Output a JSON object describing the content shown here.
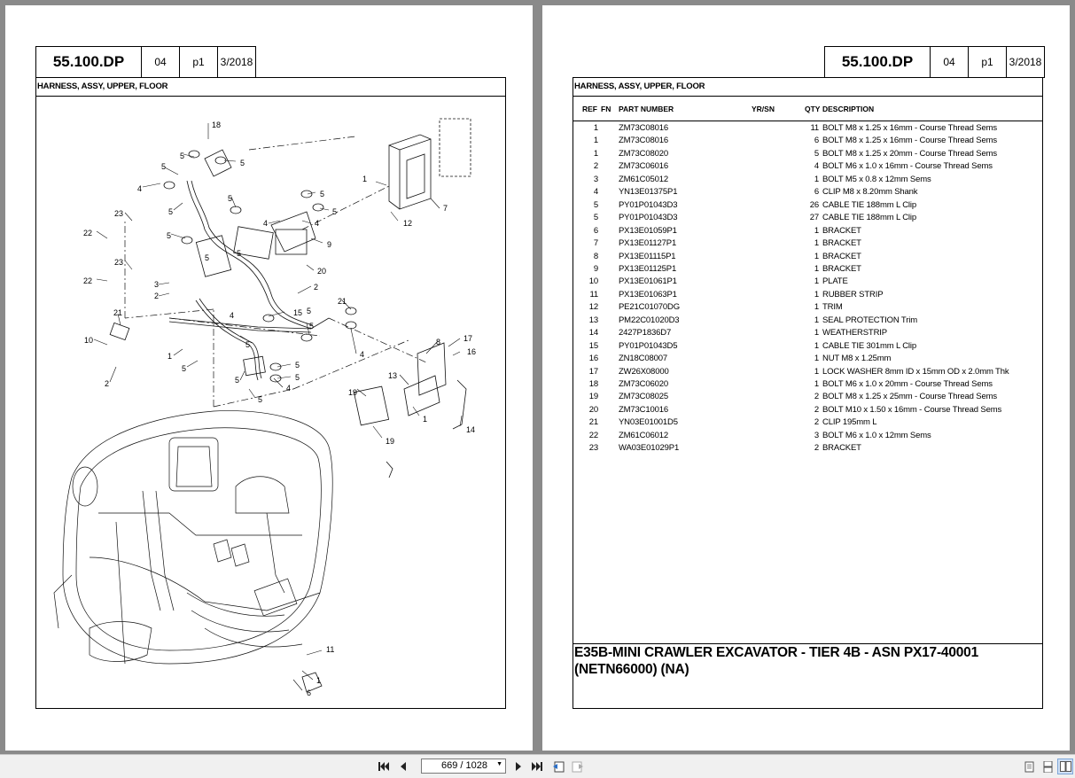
{
  "header": {
    "code": "55.100.DP",
    "section": "04",
    "page": "p1",
    "date": "3/2018"
  },
  "subtitle": "HARNESS, ASSY, UPPER, FLOOR",
  "columns": {
    "ref": "REF",
    "fn": "FN",
    "part_number": "PART NUMBER",
    "yrsn": "YR/SN",
    "qty": "QTY",
    "description": "DESCRIPTION"
  },
  "parts": [
    {
      "ref": "1",
      "pn": "ZM73C08016",
      "qty": "11",
      "desc": "BOLT M8 x 1.25 x 16mm - Course Thread Sems"
    },
    {
      "ref": "1",
      "pn": "ZM73C08016",
      "qty": "6",
      "desc": "BOLT M8 x 1.25 x 16mm - Course Thread Sems"
    },
    {
      "ref": "1",
      "pn": "ZM73C08020",
      "qty": "5",
      "desc": "BOLT M8 x 1.25 x 20mm - Course Thread Sems"
    },
    {
      "ref": "2",
      "pn": "ZM73C06016",
      "qty": "4",
      "desc": "BOLT M6 x 1.0 x 16mm - Course Thread Sems"
    },
    {
      "ref": "3",
      "pn": "ZM61C05012",
      "qty": "1",
      "desc": "BOLT M5 x 0.8 x 12mm Sems"
    },
    {
      "ref": "4",
      "pn": "YN13E01375P1",
      "qty": "6",
      "desc": "CLIP M8 x 8.20mm Shank"
    },
    {
      "ref": "5",
      "pn": "PY01P01043D3",
      "qty": "26",
      "desc": "CABLE TIE 188mm L Clip"
    },
    {
      "ref": "5",
      "pn": "PY01P01043D3",
      "qty": "27",
      "desc": "CABLE TIE 188mm L Clip"
    },
    {
      "ref": "6",
      "pn": "PX13E01059P1",
      "qty": "1",
      "desc": "BRACKET"
    },
    {
      "ref": "7",
      "pn": "PX13E01127P1",
      "qty": "1",
      "desc": "BRACKET"
    },
    {
      "ref": "8",
      "pn": "PX13E01115P1",
      "qty": "1",
      "desc": "BRACKET"
    },
    {
      "ref": "9",
      "pn": "PX13E01125P1",
      "qty": "1",
      "desc": "BRACKET"
    },
    {
      "ref": "10",
      "pn": "PX13E01061P1",
      "qty": "1",
      "desc": "PLATE"
    },
    {
      "ref": "11",
      "pn": "PX13E01063P1",
      "qty": "1",
      "desc": "RUBBER STRIP"
    },
    {
      "ref": "12",
      "pn": "PE21C01070DG",
      "qty": "1",
      "desc": "TRIM"
    },
    {
      "ref": "13",
      "pn": "PM22C01020D3",
      "qty": "1",
      "desc": "SEAL PROTECTION  Trim"
    },
    {
      "ref": "14",
      "pn": "2427P1836D7",
      "qty": "1",
      "desc": "WEATHERSTRIP"
    },
    {
      "ref": "15",
      "pn": "PY01P01043D5",
      "qty": "1",
      "desc": "CABLE TIE 301mm L Clip"
    },
    {
      "ref": "16",
      "pn": "ZN18C08007",
      "qty": "1",
      "desc": "NUT M8 x 1.25mm"
    },
    {
      "ref": "17",
      "pn": "ZW26X08000",
      "qty": "1",
      "desc": "LOCK WASHER 8mm ID x 15mm OD x 2.0mm Thk"
    },
    {
      "ref": "18",
      "pn": "ZM73C06020",
      "qty": "1",
      "desc": "BOLT M6 x 1.0 x 20mm - Course Thread Sems"
    },
    {
      "ref": "19",
      "pn": "ZM73C08025",
      "qty": "2",
      "desc": "BOLT M8 x 1.25 x 25mm - Course Thread Sems"
    },
    {
      "ref": "20",
      "pn": "ZM73C10016",
      "qty": "2",
      "desc": "BOLT M10 x 1.50 x 16mm - Course Thread Sems"
    },
    {
      "ref": "21",
      "pn": "YN03E01001D5",
      "qty": "2",
      "desc": "CLIP 195mm L"
    },
    {
      "ref": "22",
      "pn": "ZM61C06012",
      "qty": "3",
      "desc": "BOLT M6 x 1.0 x 12mm Sems"
    },
    {
      "ref": "23",
      "pn": "WA03E01029P1",
      "qty": "2",
      "desc": "BRACKET"
    }
  ],
  "model_title_line1": "E35B-MINI CRAWLER EXCAVATOR - TIER 4B - ASN PX17-40001",
  "model_title_line2": "(NETN66000) (NA)",
  "diagram_callouts": [
    "18",
    "5",
    "5",
    "5",
    "4",
    "5",
    "5",
    "5",
    "5",
    "23",
    "22",
    "22",
    "23",
    "3",
    "2",
    "5",
    "4",
    "4",
    "9",
    "20",
    "1",
    "7",
    "12",
    "2",
    "21",
    "15",
    "5",
    "5",
    "4",
    "21",
    "10",
    "2",
    "1",
    "5",
    "5",
    "5",
    "4",
    "5",
    "5",
    "19",
    "19",
    "13",
    "8",
    "17",
    "16",
    "14",
    "1",
    "11",
    "1",
    "6",
    "5",
    "5",
    "5",
    "4"
  ],
  "toolbar": {
    "page_display": "669 / 1028"
  }
}
